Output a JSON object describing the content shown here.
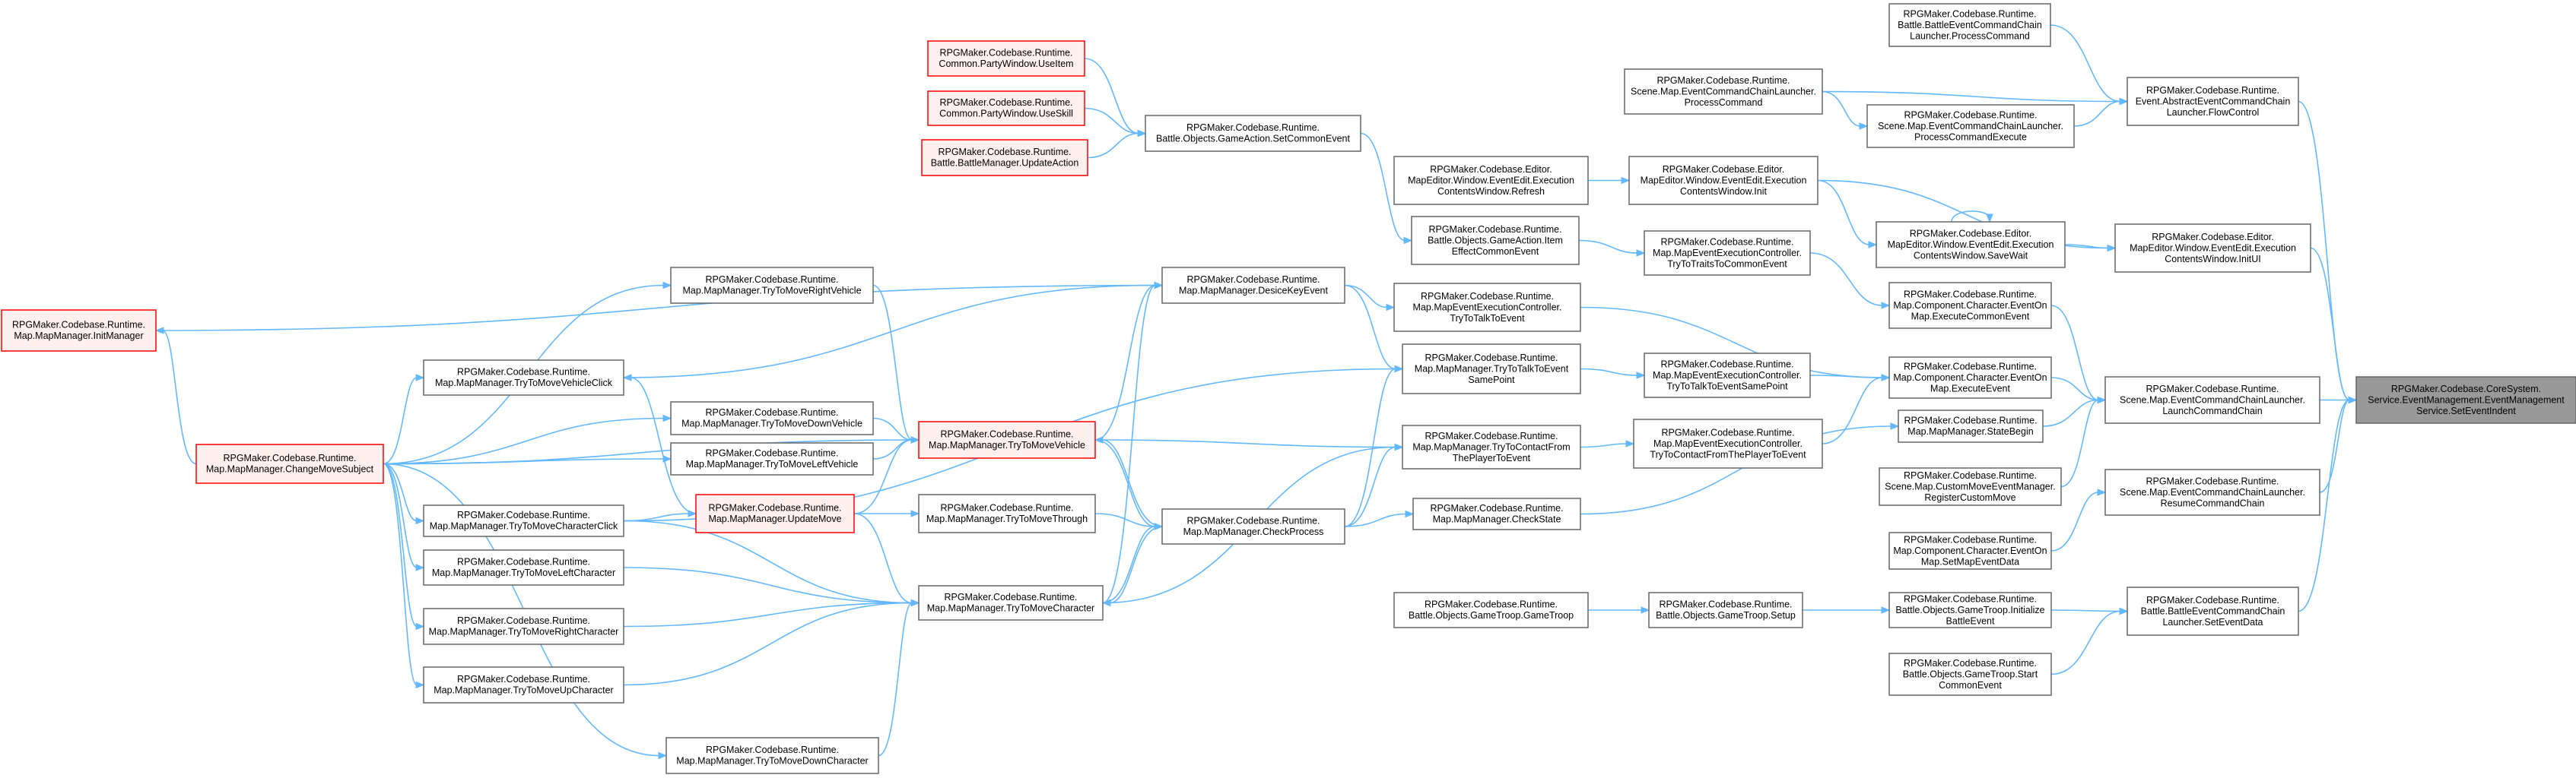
{
  "colors": {
    "edge": "#63b8ff",
    "node_border": "#666666",
    "red_border": "#ff0000",
    "focus_fill": "#999999"
  },
  "nodes": {
    "InitManager": [
      "RPGMaker.Codebase.Runtime.",
      "Map.MapManager.InitManager"
    ],
    "ChangeMoveSubject": [
      "RPGMaker.Codebase.Runtime.",
      "Map.MapManager.ChangeMoveSubject"
    ],
    "TryToMoveRightVehicle": [
      "RPGMaker.Codebase.Runtime.",
      "Map.MapManager.TryToMoveRightVehicle"
    ],
    "TryToMoveVehicleClick": [
      "RPGMaker.Codebase.Runtime.",
      "Map.MapManager.TryToMoveVehicleClick"
    ],
    "TryToMoveDownVehicle": [
      "RPGMaker.Codebase.Runtime.",
      "Map.MapManager.TryToMoveDownVehicle"
    ],
    "TryToMoveLeftVehicle": [
      "RPGMaker.Codebase.Runtime.",
      "Map.MapManager.TryToMoveLeftVehicle"
    ],
    "TryToMoveCharacterClick": [
      "RPGMaker.Codebase.Runtime.",
      "Map.MapManager.TryToMoveCharacterClick"
    ],
    "TryToMoveLeftCharacter": [
      "RPGMaker.Codebase.Runtime.",
      "Map.MapManager.TryToMoveLeftCharacter"
    ],
    "TryToMoveRightCharacter": [
      "RPGMaker.Codebase.Runtime.",
      "Map.MapManager.TryToMoveRightCharacter"
    ],
    "TryToMoveUpCharacter": [
      "RPGMaker.Codebase.Runtime.",
      "Map.MapManager.TryToMoveUpCharacter"
    ],
    "TryToMoveDownCharacter": [
      "RPGMaker.Codebase.Runtime.",
      "Map.MapManager.TryToMoveDownCharacter"
    ],
    "UpdateMove": [
      "RPGMaker.Codebase.Runtime.",
      "Map.MapManager.UpdateMove"
    ],
    "TryToMoveVehicle": [
      "RPGMaker.Codebase.Runtime.",
      "Map.MapManager.TryToMoveVehicle"
    ],
    "TryToMoveThrough": [
      "RPGMaker.Codebase.Runtime.",
      "Map.MapManager.TryToMoveThrough"
    ],
    "TryToMoveCharacter": [
      "RPGMaker.Codebase.Runtime.",
      "Map.MapManager.TryToMoveCharacter"
    ],
    "UseItem": [
      "RPGMaker.Codebase.Runtime.",
      "Common.PartyWindow.UseItem"
    ],
    "UseSkill": [
      "RPGMaker.Codebase.Runtime.",
      "Common.PartyWindow.UseSkill"
    ],
    "UpdateAction": [
      "RPGMaker.Codebase.Runtime.",
      "Battle.BattleManager.UpdateAction"
    ],
    "SetCommonEvent": [
      "RPGMaker.Codebase.Runtime.",
      "Battle.Objects.GameAction.SetCommonEvent"
    ],
    "DesiceKeyEvent": [
      "RPGMaker.Codebase.Runtime.",
      "Map.MapManager.DesiceKeyEvent"
    ],
    "CheckProcess": [
      "RPGMaker.Codebase.Runtime.",
      "Map.MapManager.CheckProcess"
    ],
    "ContentsRefresh": [
      "RPGMaker.Codebase.Editor.",
      "MapEditor.Window.EventEdit.Execution",
      "ContentsWindow.Refresh"
    ],
    "ItemEffectCommonEvent": [
      "RPGMaker.Codebase.Runtime.",
      "Battle.Objects.GameAction.Item",
      "EffectCommonEvent"
    ],
    "MECTryToTalkToEvent": [
      "RPGMaker.Codebase.Runtime.",
      "Map.MapEventExecutionController.",
      "TryToTalkToEvent"
    ],
    "TryToTalkToEventSamePoint": [
      "RPGMaker.Codebase.Runtime.",
      "Map.MapManager.TryToTalkToEvent",
      "SamePoint"
    ],
    "TryToContactFromThePlayerToEvent": [
      "RPGMaker.Codebase.Runtime.",
      "Map.MapManager.TryToContactFrom",
      "ThePlayerToEvent"
    ],
    "CheckState": [
      "RPGMaker.Codebase.Runtime.",
      "Map.MapManager.CheckState"
    ],
    "GameTroop": [
      "RPGMaker.Codebase.Runtime.",
      "Battle.Objects.GameTroop.GameTroop"
    ],
    "ProcessCommand2": [
      "RPGMaker.Codebase.Runtime.",
      "Scene.Map.EventCommandChainLauncher.",
      "ProcessCommand"
    ],
    "ContentsInit": [
      "RPGMaker.Codebase.Editor.",
      "MapEditor.Window.EventEdit.Execution",
      "ContentsWindow.Init"
    ],
    "TryToTraitsToCommonEvent": [
      "RPGMaker.Codebase.Runtime.",
      "Map.MapEventExecutionController.",
      "TryToTraitsToCommonEvent"
    ],
    "MECTryToTalkToEventSamePoint": [
      "RPGMaker.Codebase.Runtime.",
      "Map.MapEventExecutionController.",
      "TryToTalkToEventSamePoint"
    ],
    "TryToContactFromThePlayerToEvent2": [
      "RPGMaker.Codebase.Runtime.",
      "Map.MapEventExecutionController.",
      "TryToContactFromThePlayerToEvent"
    ],
    "TroopSetup": [
      "RPGMaker.Codebase.Runtime.",
      "Battle.Objects.GameTroop.Setup"
    ],
    "BECProcessCommand": [
      "RPGMaker.Codebase.Runtime.",
      "Battle.BattleEventCommandChain",
      "Launcher.ProcessCommand"
    ],
    "ProcessCommandExecute": [
      "RPGMaker.Codebase.Runtime.",
      "Scene.Map.EventCommandChainLauncher.",
      "ProcessCommandExecute"
    ],
    "SaveWait": [
      "RPGMaker.Codebase.Editor.",
      "MapEditor.Window.EventEdit.Execution",
      "ContentsWindow.SaveWait"
    ],
    "ExecuteCommonEvent": [
      "RPGMaker.Codebase.Runtime.",
      "Map.Component.Character.EventOn",
      "Map.ExecuteCommonEvent"
    ],
    "ExecuteEvent": [
      "RPGMaker.Codebase.Runtime.",
      "Map.Component.Character.EventOn",
      "Map.ExecuteEvent"
    ],
    "StateBegin": [
      "RPGMaker.Codebase.Runtime.",
      "Map.MapManager.StateBegin"
    ],
    "RegisterCustomMove": [
      "RPGMaker.Codebase.Runtime.",
      "Scene.Map.CustomMoveEventManager.",
      "RegisterCustomMove"
    ],
    "SetMapEventData": [
      "RPGMaker.Codebase.Runtime.",
      "Map.Component.Character.EventOn",
      "Map.SetMapEventData"
    ],
    "InitializeBattleEvent": [
      "RPGMaker.Codebase.Runtime.",
      "Battle.Objects.GameTroop.Initialize",
      "BattleEvent"
    ],
    "StartCommonEvent": [
      "RPGMaker.Codebase.Runtime.",
      "Battle.Objects.GameTroop.Start",
      "CommonEvent"
    ],
    "FlowControl": [
      "RPGMaker.Codebase.Runtime.",
      "Event.AbstractEventCommandChain",
      "Launcher.FlowControl"
    ],
    "InitUI": [
      "RPGMaker.Codebase.Editor.",
      "MapEditor.Window.EventEdit.Execution",
      "ContentsWindow.InitUI"
    ],
    "LaunchCommandChain": [
      "RPGMaker.Codebase.Runtime.",
      "Scene.Map.EventCommandChainLauncher.",
      "LaunchCommandChain"
    ],
    "ResumeCommandChain": [
      "RPGMaker.Codebase.Runtime.",
      "Scene.Map.EventCommandChainLauncher.",
      "ResumeCommandChain"
    ],
    "BECSetEventData": [
      "RPGMaker.Codebase.Runtime.",
      "Battle.BattleEventCommandChain",
      "Launcher.SetEventData"
    ],
    "SetEventIndent": [
      "RPGMaker.Codebase.CoreSystem.",
      "Service.EventManagement.EventManagement",
      "Service.SetEventIndent"
    ]
  }
}
